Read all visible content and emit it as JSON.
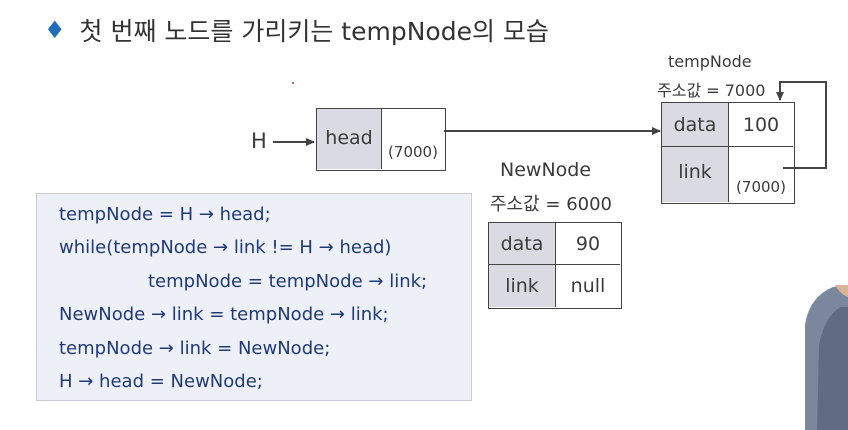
{
  "title": {
    "bullet": "♦",
    "text": "첫 번째 노드를 가리키는 tempNode의 모습"
  },
  "head_pointer": {
    "label": "H",
    "field": "head",
    "value": "(7000)"
  },
  "temp_node": {
    "name": "tempNode",
    "address": "주소값 = 7000",
    "data_label": "data",
    "data_value": "100",
    "link_label": "link",
    "link_value": "(7000)"
  },
  "new_node": {
    "name": "NewNode",
    "address": "주소값 = 6000",
    "data_label": "data",
    "data_value": "90",
    "link_label": "link",
    "link_value": "null"
  },
  "code": [
    "tempNode = H → head;",
    "while(tempNode → link != H → head)",
    "tempNode = tempNode → link;",
    "NewNode → link = tempNode → link;",
    "tempNode → link = NewNode;",
    "H → head = NewNode;"
  ],
  "colors": {
    "accent": "#1f6fb8",
    "field_gray": "#d9dae2",
    "code_bg": "#eef0f7",
    "code_text": "#1f3a78"
  }
}
